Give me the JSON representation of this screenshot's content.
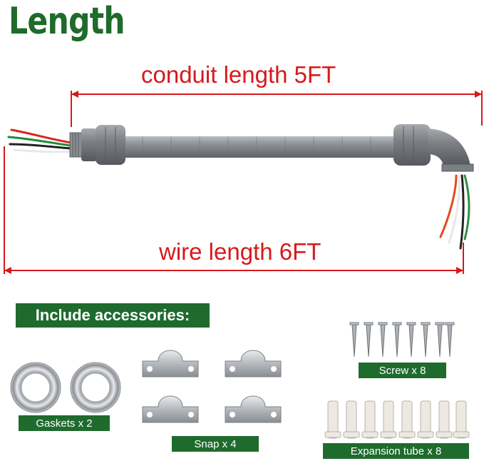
{
  "title": "Length",
  "conduit_label": "conduit length 5FT",
  "wire_label": "wire length 6FT",
  "accessories_header": "Include accessories:",
  "items": {
    "gaskets": "Gaskets  x 2",
    "snap": "Snap x 4",
    "screw": "Screw  x 8",
    "expansion": "Expansion tube x 8"
  },
  "colors": {
    "brand_green": "#1f6b2e",
    "dimension_red": "#d7191c",
    "conduit_gray": "#8c8f93"
  }
}
